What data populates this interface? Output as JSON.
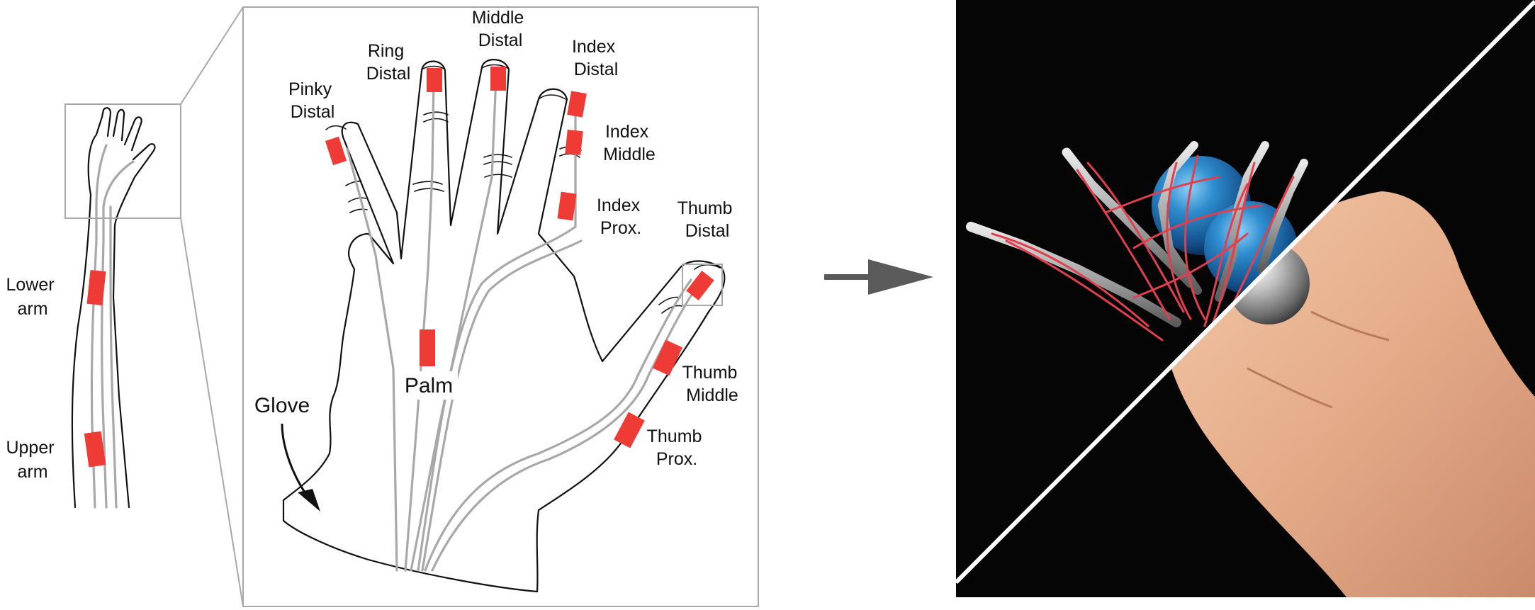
{
  "arm_labels": {
    "lower_arm": [
      "Lower",
      "arm"
    ],
    "upper_arm": [
      "Upper",
      "arm"
    ]
  },
  "hand_labels": {
    "pinky_distal": [
      "Pinky",
      "Distal"
    ],
    "ring_distal": [
      "Ring",
      "Distal"
    ],
    "middle_distal": [
      "Middle",
      "Distal"
    ],
    "index_distal": [
      "Index",
      "Distal"
    ],
    "index_middle": [
      "Index",
      "Middle"
    ],
    "index_prox": [
      "Index",
      "Prox."
    ],
    "thumb_distal": [
      "Thumb",
      "Distal"
    ],
    "thumb_middle": [
      "Thumb",
      "Middle"
    ],
    "thumb_prox": [
      "Thumb",
      "Prox."
    ],
    "palm": "Palm",
    "glove": "Glove"
  },
  "colors": {
    "sensor": "#ee3b36",
    "wire": "#a8a8a8",
    "outline": "#111111",
    "arrow": "#5a5a5a",
    "tendon": "#e0404e",
    "ball": "#2f7fc0",
    "background_dark": "#050505"
  },
  "icons": {
    "flow_arrow": "right-arrow-icon",
    "glove_pointer": "curved-arrow-icon"
  }
}
